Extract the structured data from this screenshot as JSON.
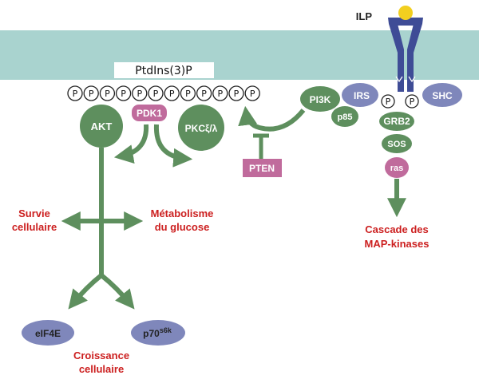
{
  "colors": {
    "membrane": "#a9d3cf",
    "green": "#5e8f5e",
    "pink": "#c06b9c",
    "purple": "#7f87bb",
    "red": "#cc1f1f",
    "receptor": "#3f4c96",
    "ligand": "#f2cf1f"
  },
  "receptor": {
    "ligand_label": "ILP"
  },
  "lipid": {
    "label": "PtdIns(3)P",
    "phosphate_symbol": "P",
    "phosphate_count": 12
  },
  "proteins": {
    "akt": "AKT",
    "pdk1": "PDK1",
    "pkc": "PKCξ/λ",
    "pi3k": "PI3K",
    "p85": "p85",
    "irs": "IRS",
    "shc": "SHC",
    "grb2": "GRB2",
    "sos": "SOS",
    "ras": "ras",
    "pten": "PTEN",
    "eif4e": "eIF4E",
    "p70_main": "p70",
    "p70_sup": "s6k"
  },
  "receptor_phosphates": [
    "P",
    "P"
  ],
  "outcomes": {
    "survival": [
      "Survie",
      "cellulaire"
    ],
    "metabolism": [
      "Métabolisme",
      "du glucose"
    ],
    "growth": [
      "Croissance",
      "cellulaire"
    ],
    "mapk": [
      "Cascade des",
      "MAP-kinases"
    ]
  }
}
